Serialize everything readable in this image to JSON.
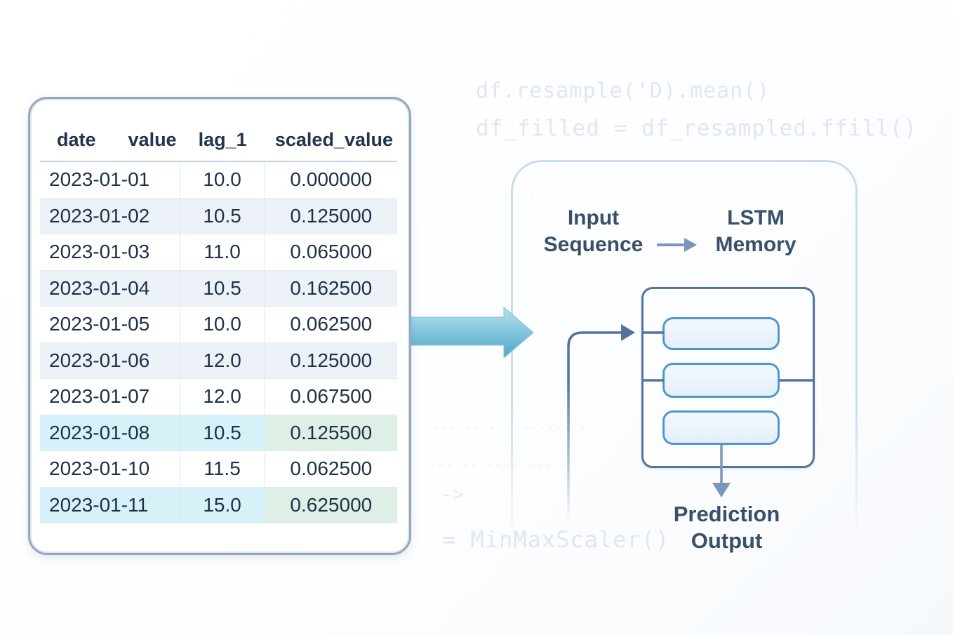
{
  "background_code": {
    "line1": "df.resample('D).mean()",
    "line2": "df_filled = df_resampled.ffill()",
    "line3": "= MinMaxScaler()",
    "fragment1": "- --- -- -- ---",
    "fragment2": "--- -- - -------- -",
    "fragment3": "--- -- ---- --- -",
    "fragment4": "->",
    "color": "#DFE7F4"
  },
  "table": {
    "headers": [
      "date",
      "value",
      "lag_1",
      "scaled_value"
    ],
    "rows": [
      {
        "cells": [
          "2023-01-01",
          "10.0",
          "0.000000"
        ],
        "bg": "plain"
      },
      {
        "cells": [
          "2023-01-02",
          "10.5",
          "0.125000"
        ],
        "bg": "stripe"
      },
      {
        "cells": [
          "2023-01-03",
          "11.0",
          "0.065000"
        ],
        "bg": "plain"
      },
      {
        "cells": [
          "2023-01-04",
          "10.5",
          "0.162500"
        ],
        "bg": "stripe"
      },
      {
        "cells": [
          "2023-01-05",
          "10.0",
          "0.062500"
        ],
        "bg": "plain"
      },
      {
        "cells": [
          "2023-01-06",
          "12.0",
          "0.125000"
        ],
        "bg": "stripe"
      },
      {
        "cells": [
          "2023-01-07",
          "12.0",
          "0.067500"
        ],
        "bg": "plain"
      },
      {
        "cells": [
          "2023-01-08",
          "10.5",
          "0.125500"
        ],
        "bg": "highlight"
      },
      {
        "cells": [
          "2023-01-10",
          "11.5",
          "0.062500"
        ],
        "bg": "plain"
      },
      {
        "cells": [
          "2023-01-11",
          "15.0",
          "0.625000"
        ],
        "bg": "highlight"
      }
    ],
    "colors": {
      "stripe": "#EDF2F8",
      "highlight_cyan": "#D6F1F7",
      "highlight_green": "#DEF0E5",
      "text": "#1E3048",
      "card_border": "#96A7BD",
      "grid_line": "#DCE7F1"
    }
  },
  "flow_arrow": {
    "gradient_top": "#B5E2EF",
    "gradient_bottom": "#4FA7C9"
  },
  "diagram": {
    "input_label_line1": "Input",
    "input_label_line2": "Sequence",
    "memory_label_line1": "LSTM",
    "memory_label_line2": "Memory",
    "output_label_line1": "Prediction",
    "output_label_line2": "Output",
    "lstm_cell_count": 3,
    "colors": {
      "panel_border": "#CADBF0",
      "box_border": "#54749D",
      "cell_border": "#4F97D3",
      "cell_fill": "#EAF3FB",
      "connector": "#54749D",
      "label_text": "#3A4F69"
    }
  }
}
